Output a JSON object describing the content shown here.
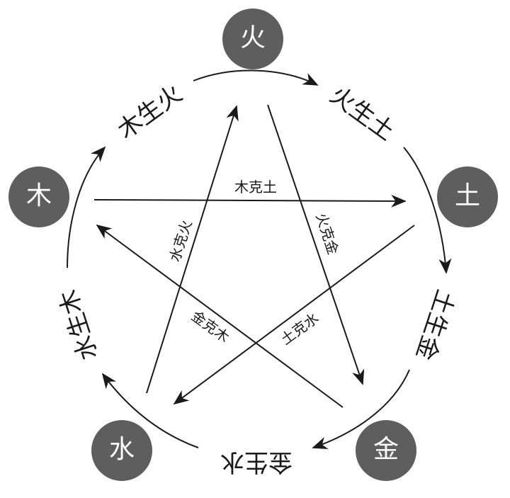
{
  "elements": [
    {
      "id": "fire",
      "label": "火"
    },
    {
      "id": "earth",
      "label": "土"
    },
    {
      "id": "metal",
      "label": "金"
    },
    {
      "id": "water",
      "label": "水"
    },
    {
      "id": "wood",
      "label": "木"
    }
  ],
  "generating": [
    {
      "id": "wood-fire",
      "label": "木生火"
    },
    {
      "id": "fire-earth",
      "label": "火生土"
    },
    {
      "id": "earth-metal",
      "label": "土生金"
    },
    {
      "id": "metal-water",
      "label": "金生水"
    },
    {
      "id": "water-wood",
      "label": "水生木"
    }
  ],
  "controlling": [
    {
      "id": "wood-earth",
      "label": "木克土"
    },
    {
      "id": "fire-metal",
      "label": "火克金"
    },
    {
      "id": "earth-water",
      "label": "土克水"
    },
    {
      "id": "metal-wood",
      "label": "金克木"
    },
    {
      "id": "water-fire",
      "label": "水克火"
    }
  ],
  "colors": {
    "node_fill": "#5e5e5e",
    "node_text": "#ffffff",
    "line": "#1a1a1a"
  }
}
